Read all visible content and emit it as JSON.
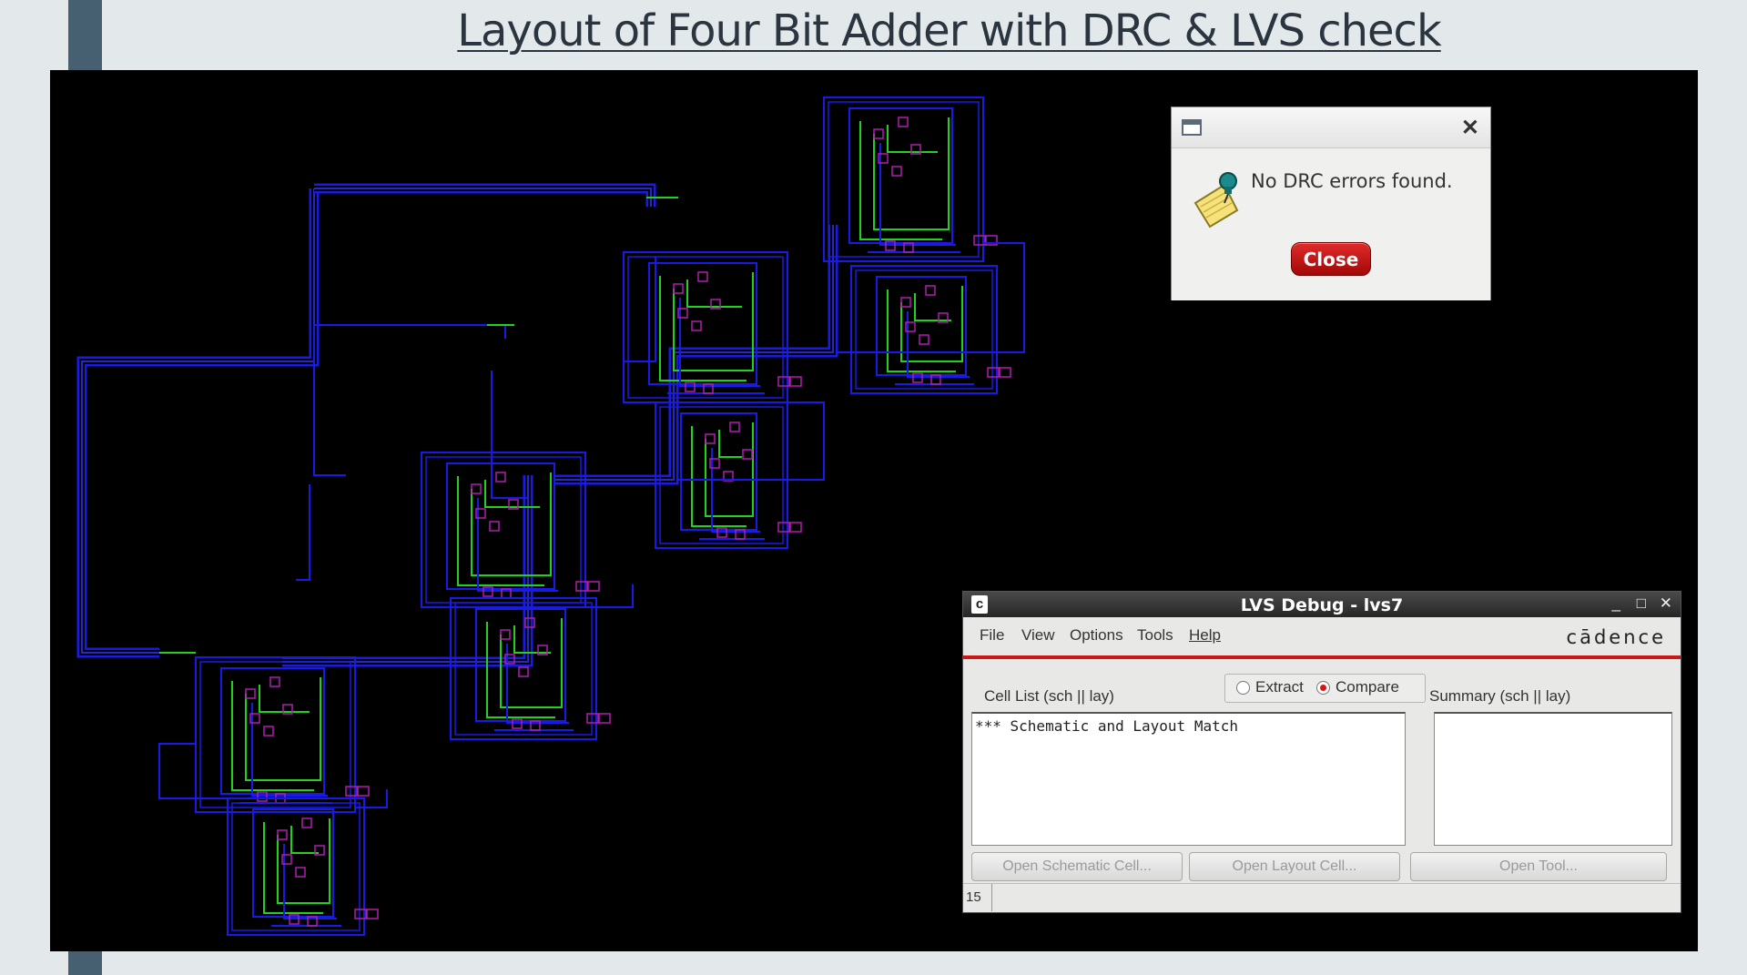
{
  "slide": {
    "title": "Layout of Four Bit Adder with DRC & LVS check"
  },
  "colors": {
    "metal1": "#1a1ae6",
    "poly": "#1ed21e",
    "contact": "#b01eb0",
    "background": "#000000",
    "accent_red": "#c81818"
  },
  "drc_dialog": {
    "window_icon": "window-icon",
    "close_icon": "close-icon",
    "note_icon": "pushpin-note-icon",
    "message": "No DRC errors found.",
    "close_label": "Close"
  },
  "lvs_window": {
    "title": "LVS Debug - lvs7",
    "app_icon": "c",
    "menus": [
      "File",
      "View",
      "Options",
      "Tools",
      "Help"
    ],
    "brand": "cādence",
    "mode_options": [
      {
        "label": "Extract",
        "selected": false
      },
      {
        "label": "Compare",
        "selected": true
      }
    ],
    "cell_list_label": "Cell List (sch || lay)",
    "summary_label": "Summary (sch || lay)",
    "cell_list_lines": [
      "*** Schematic and Layout Match"
    ],
    "buttons": {
      "open_schematic": "Open Schematic Cell...",
      "open_layout": "Open Layout Cell...",
      "open_tool": "Open Tool..."
    },
    "status_number": "15"
  }
}
